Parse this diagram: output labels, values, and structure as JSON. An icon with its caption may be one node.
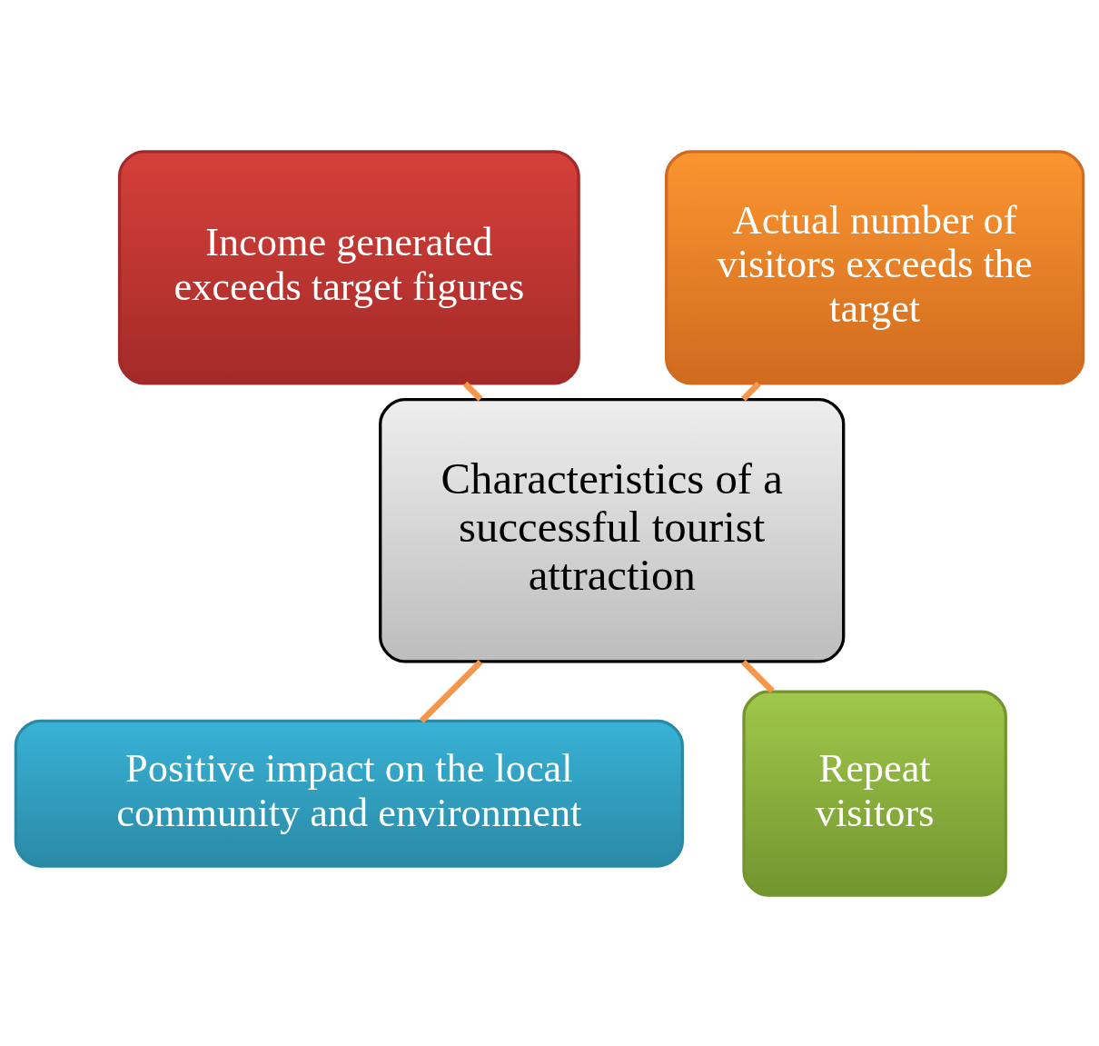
{
  "diagram": {
    "nodes": [
      {
        "text": [
          "Characteristics of a successful tourist attraction"
        ]
      },
      {
        "text": [
          "Actual number of visitors exceeds the target"
        ]
      },
      {
        "text": [
          "Income generated exceeds target figures"
        ]
      },
      {
        "text": [
          "Positive impact on the local community and environment"
        ]
      },
      {
        "text": [
          "Repeat visitors"
        ]
      }
    ],
    "edges": [
      {
        "from": 0,
        "to": 1,
        "arrow": "none"
      },
      {
        "from": 0,
        "to": 2,
        "arrow": "none"
      },
      {
        "from": 0,
        "to": 3,
        "arrow": "none"
      },
      {
        "from": 0,
        "to": 4,
        "arrow": "none"
      }
    ]
  }
}
